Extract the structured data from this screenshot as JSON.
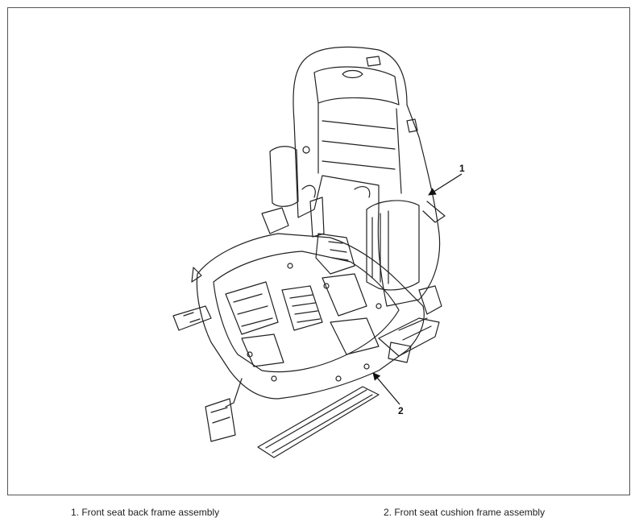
{
  "diagram": {
    "callouts": [
      {
        "id": "1",
        "label": "1"
      },
      {
        "id": "2",
        "label": "2"
      }
    ]
  },
  "legend": [
    {
      "text": "1. Front seat back frame assembly"
    },
    {
      "text": "2. Front seat cushion frame assembly"
    }
  ]
}
